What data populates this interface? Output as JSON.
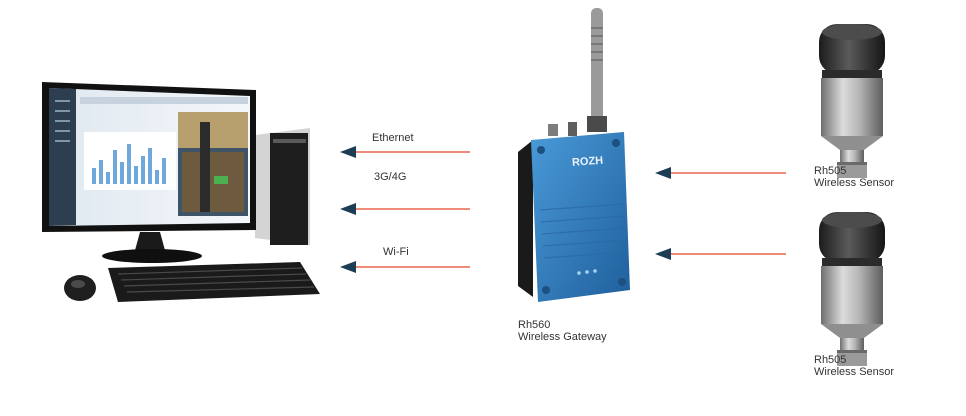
{
  "colors": {
    "link_line": "#e8664f",
    "arrow_head": "#1d3d55",
    "gateway_body": "#2f7fc0",
    "label_text": "#333333"
  },
  "links": {
    "ethernet": "Ethernet",
    "cellular": "3G/4G",
    "wifi": "Wi-Fi"
  },
  "gateway": {
    "model": "Rh560",
    "description": "Wireless Gateway",
    "brand_mark": "ROZH"
  },
  "sensors": [
    {
      "model": "Rh505",
      "description": "Wireless Sensor"
    },
    {
      "model": "Rh505",
      "description": "Wireless Sensor"
    }
  ],
  "icons": {
    "computer": "desktop-computer-icon",
    "gateway": "gateway-device-icon",
    "sensor": "wireless-sensor-icon"
  }
}
